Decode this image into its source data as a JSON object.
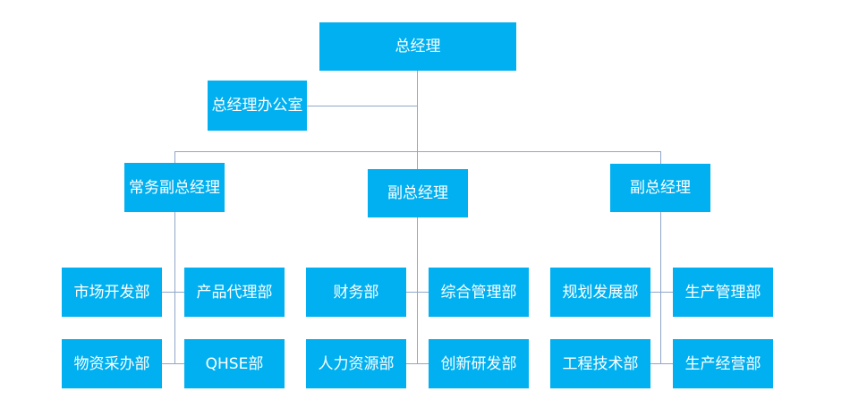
{
  "org": {
    "ceo": "总经理",
    "ceo_office": "总经理办公室",
    "vp_executive": "常务副总经理",
    "vp_middle": "副总经理",
    "vp_right": "副总经理",
    "departments": {
      "market_dev": "市场开发部",
      "product_agency": "产品代理部",
      "materials_purchase": "物资采办部",
      "qhse": "QHSE部",
      "finance": "财务部",
      "general_mgmt": "综合管理部",
      "hr": "人力资源部",
      "innovation_rd": "创新研发部",
      "planning_dev": "规划发展部",
      "production_mgmt": "生产管理部",
      "engineering_tech": "工程技术部",
      "production_ops": "生产经营部"
    }
  },
  "colors": {
    "box_fill": "#00b0f0",
    "box_text": "#ffffff",
    "connector": "#8fa6c9"
  }
}
